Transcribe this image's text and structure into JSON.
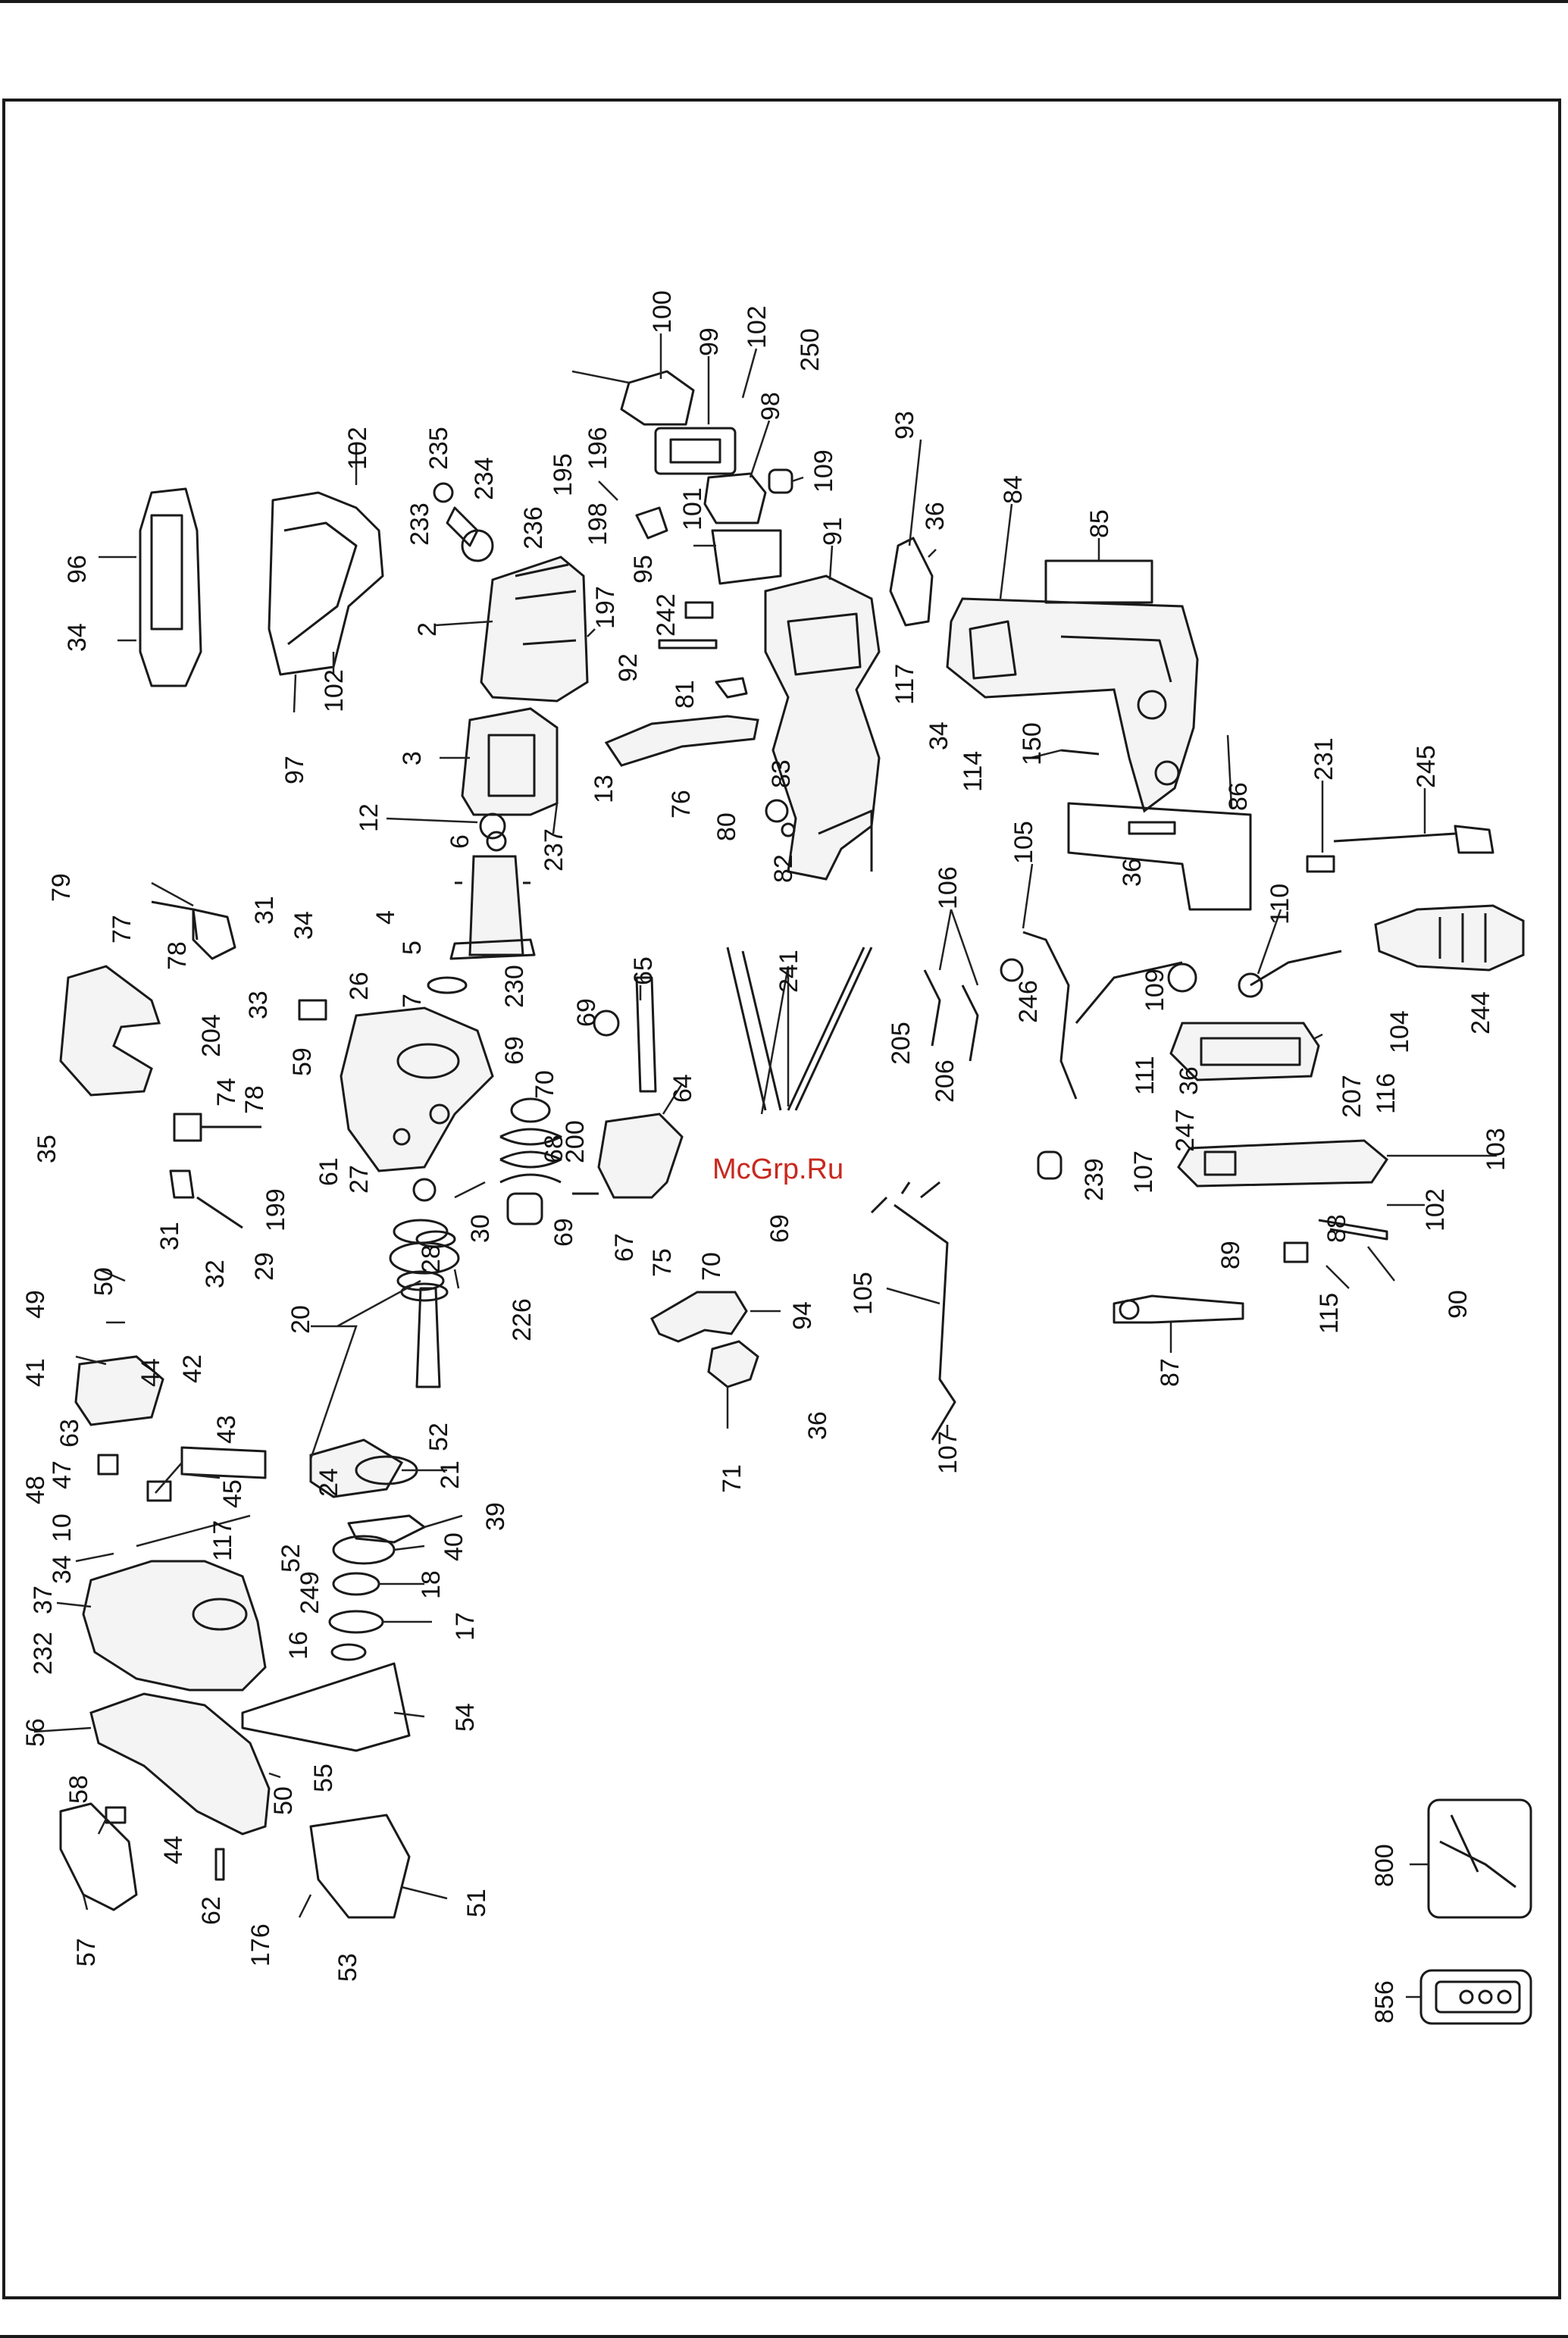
{
  "watermark": "McGrp.Ru",
  "callouts": [
    "100",
    "99",
    "102",
    "250",
    "98",
    "109",
    "196",
    "195",
    "236",
    "198",
    "101",
    "95",
    "102",
    "235",
    "234",
    "233",
    "93",
    "36",
    "84",
    "85",
    "96",
    "34",
    "97",
    "102",
    "2",
    "197",
    "242",
    "92",
    "91",
    "81",
    "117",
    "34",
    "83",
    "114",
    "76",
    "150",
    "3",
    "13",
    "12",
    "6",
    "237",
    "80",
    "82",
    "86",
    "231",
    "245",
    "79",
    "77",
    "31",
    "78",
    "34",
    "33",
    "4",
    "7",
    "5",
    "230",
    "69",
    "65",
    "26",
    "105",
    "106",
    "36",
    "110",
    "244",
    "241",
    "246",
    "109",
    "205",
    "206",
    "104",
    "35",
    "204",
    "74",
    "78",
    "59",
    "70",
    "69",
    "64",
    "111",
    "36",
    "207",
    "116",
    "247",
    "103",
    "239",
    "107",
    "61",
    "27",
    "68",
    "200",
    "199",
    "31",
    "32",
    "29",
    "30",
    "69",
    "67",
    "75",
    "69",
    "70",
    "88",
    "102",
    "89",
    "90",
    "115",
    "28",
    "20",
    "226",
    "105",
    "94",
    "87",
    "49",
    "50",
    "41",
    "44",
    "42",
    "63",
    "43",
    "47",
    "48",
    "45",
    "52",
    "21",
    "24",
    "71",
    "36",
    "107",
    "10",
    "34",
    "117",
    "39",
    "52",
    "40",
    "37",
    "18",
    "249",
    "17",
    "232",
    "16",
    "56",
    "54",
    "55",
    "50",
    "58",
    "44",
    "62",
    "57",
    "176",
    "53",
    "51",
    "800",
    "856"
  ]
}
